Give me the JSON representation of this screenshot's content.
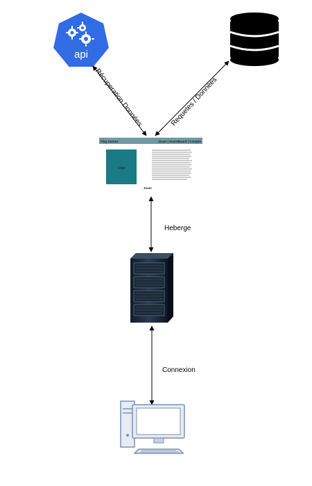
{
  "nodes": {
    "api": {
      "icon": "api-icon",
      "label": "api",
      "color": "#326ce5"
    },
    "database": {
      "icon": "database-icon"
    },
    "webpage": {
      "nav_brand": "Flag Games",
      "nav_links": "Jouer | ScoreBoard | Compte",
      "logo_label": "Logo",
      "play_button": "Jouer",
      "header_color": "#6f9aa5",
      "logo_color": "#1a7a86"
    },
    "server": {
      "icon": "server-rack-icon"
    },
    "client": {
      "icon": "desktop-computer-icon"
    }
  },
  "edges": {
    "api_fetch": "Récuperation Données",
    "db_queries": "Requetes / Données",
    "hosting": "Heberge",
    "connection": "Connexion"
  }
}
